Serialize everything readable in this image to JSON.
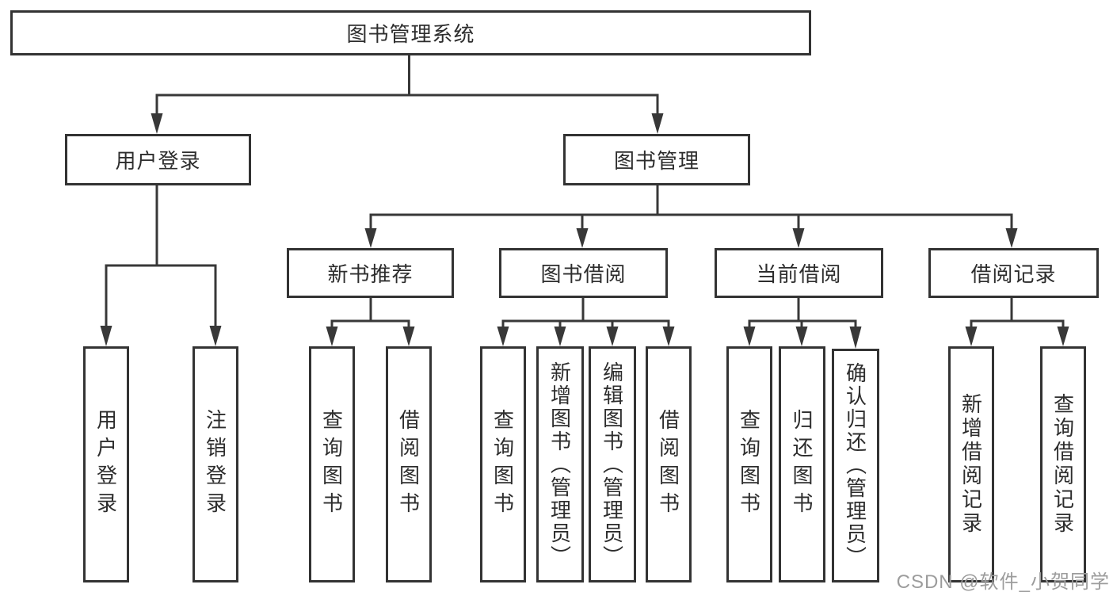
{
  "diagram": {
    "root": {
      "label": "图书管理系统"
    },
    "branches": [
      {
        "label": "用户登录",
        "children": [
          {
            "label": "用户登录"
          },
          {
            "label": "注销登录"
          }
        ]
      },
      {
        "label": "图书管理",
        "children": [
          {
            "label": "新书推荐",
            "children": [
              {
                "label": "查询图书"
              },
              {
                "label": "借阅图书"
              }
            ]
          },
          {
            "label": "图书借阅",
            "children": [
              {
                "label": "查询图书"
              },
              {
                "label": "新增图书（管理员）"
              },
              {
                "label": "编辑图书（管理员）"
              },
              {
                "label": "借阅图书"
              }
            ]
          },
          {
            "label": "当前借阅",
            "children": [
              {
                "label": "查询图书"
              },
              {
                "label": "归还图书"
              },
              {
                "label": "确认归还（管理员）"
              }
            ]
          },
          {
            "label": "借阅记录",
            "children": [
              {
                "label": "新增借阅记录"
              },
              {
                "label": "查询借阅记录"
              }
            ]
          }
        ]
      }
    ]
  },
  "watermark": {
    "text": "CSDN @软件_小贺同学"
  },
  "colors": {
    "line": "#383838",
    "box_border": "#333333",
    "text": "#2d2d2d",
    "background": "#ffffff",
    "watermark": "#9c9c9c"
  }
}
